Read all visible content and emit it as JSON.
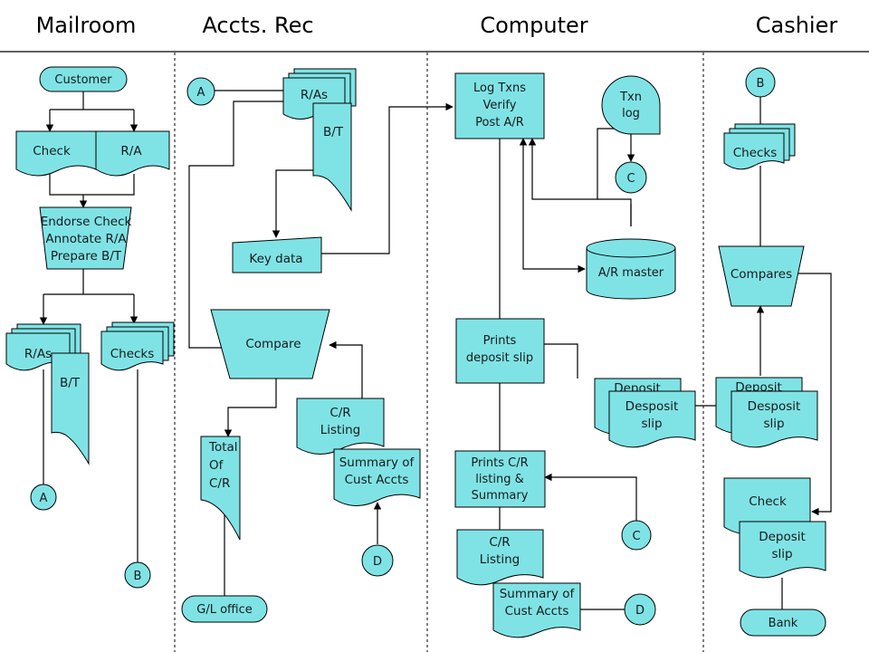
{
  "lanes": {
    "mailroom": "Mailroom",
    "accts_rec": "Accts. Rec",
    "computer": "Computer",
    "cashier": "Cashier"
  },
  "colors": {
    "shape_fill": "#7fe3e6",
    "line": "#000000"
  },
  "mailroom": {
    "customer": "Customer",
    "check": "Check",
    "ra": "R/A",
    "process": [
      "Endorse Check",
      "Annotate R/A",
      "Prepare B/T"
    ],
    "ras": "R/As",
    "bt": "B/T",
    "checks": "Checks",
    "conn_a": "A",
    "conn_b": "B"
  },
  "accts_rec": {
    "conn_a": "A",
    "ras": "R/As",
    "bt": "B/T",
    "key_data": "Key data",
    "compare": "Compare",
    "total": [
      "Total",
      "Of",
      "C/R"
    ],
    "cr_listing": [
      "C/R",
      "Listing"
    ],
    "summary": [
      "Summary of",
      "Cust Accts"
    ],
    "conn_d": "D",
    "gl_office": "G/L office"
  },
  "computer": {
    "log": [
      "Log Txns",
      "Verify",
      "Post A/R"
    ],
    "txn_log": [
      "Txn",
      "log"
    ],
    "conn_c_top": "C",
    "ar_master": "A/R master",
    "prints_deposit": [
      "Prints",
      "deposit slip"
    ],
    "deposit_back": "Deposit",
    "deposit_front": [
      "Desposit",
      "slip"
    ],
    "prints_cr": [
      "Prints C/R",
      "listing &",
      "Summary"
    ],
    "conn_c_bottom": "C",
    "cr_listing": [
      "C/R",
      "Listing"
    ],
    "summary": [
      "Summary of",
      "Cust Accts"
    ],
    "conn_d": "D"
  },
  "cashier": {
    "conn_b": "B",
    "checks": "Checks",
    "compares": "Compares",
    "deposit_back": "Deposit",
    "deposit_front": [
      "Desposit",
      "slip"
    ],
    "check": "Check",
    "deposit_slip": [
      "Deposit",
      "slip"
    ],
    "bank": "Bank"
  }
}
